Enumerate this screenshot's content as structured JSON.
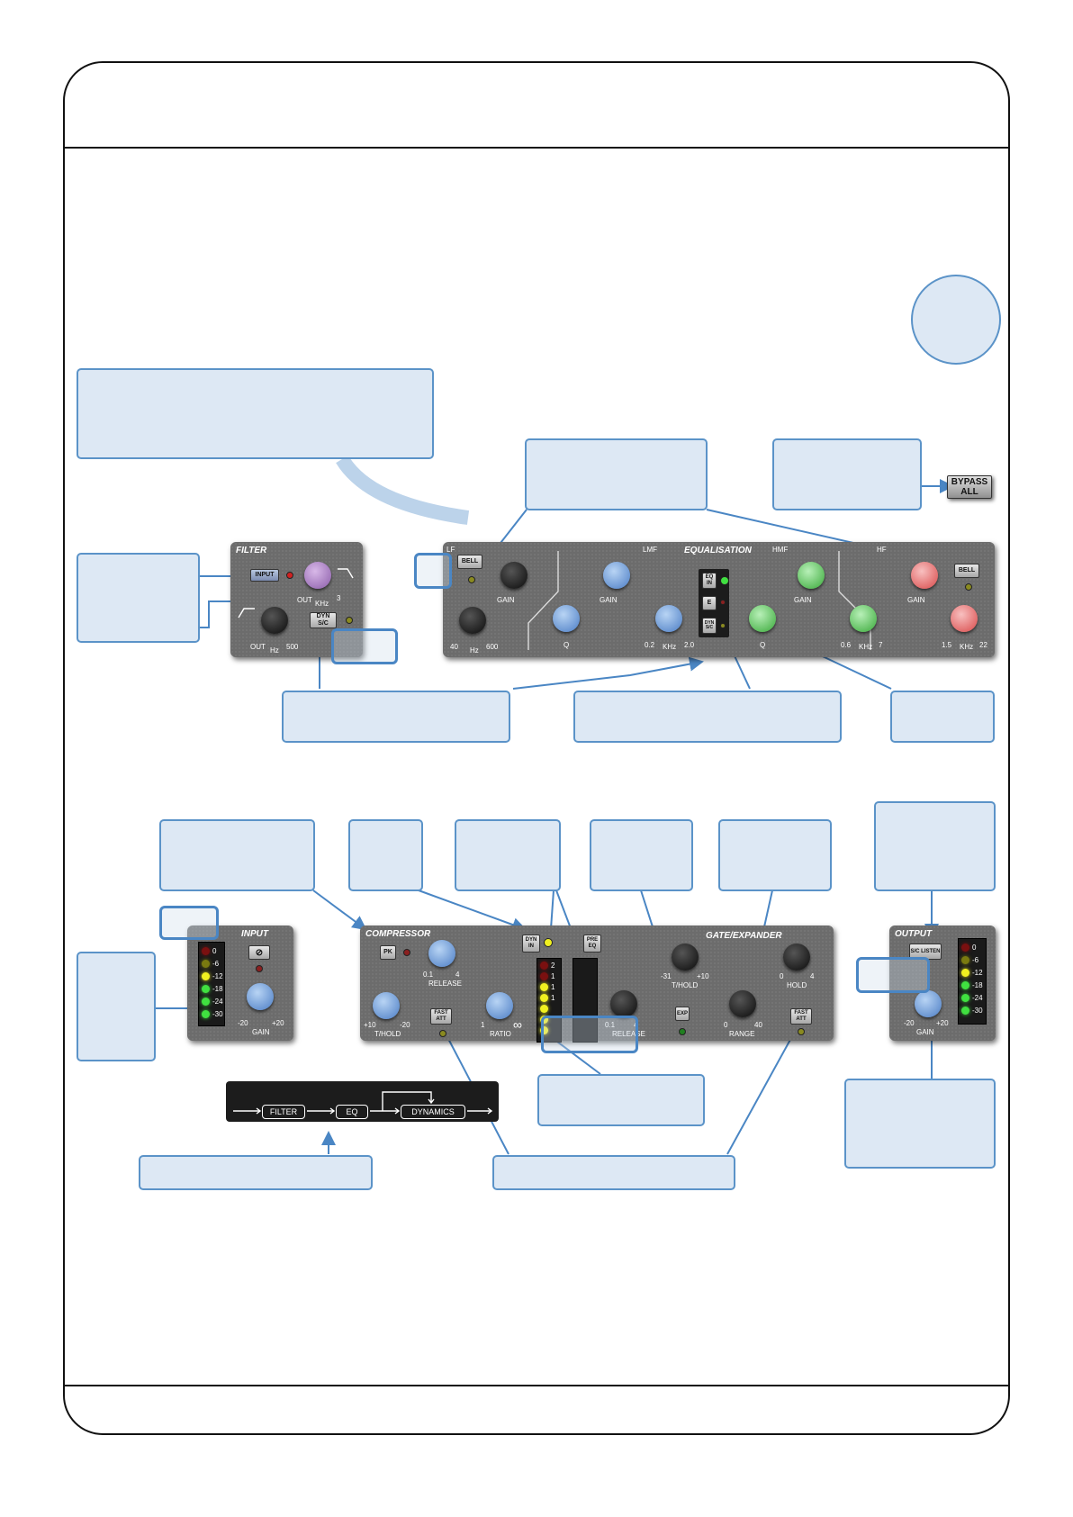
{
  "filter": {
    "title": "FILTER",
    "input_btn": "INPUT",
    "out_label": "OUT",
    "khz_label": "KHz",
    "khz_max": "3",
    "hz_out": "OUT",
    "hz_label": "Hz",
    "hz_max": "500",
    "dyn_sc_btn": "DYN S/C"
  },
  "eq": {
    "title": "EQUALISATION",
    "lf": "LF",
    "lmf": "LMF",
    "hmf": "HMF",
    "hf": "HF",
    "bell_btn": "BELL",
    "gain_label": "GAIN",
    "minus": "-",
    "plus": "+",
    "q_label": "Q",
    "lf_freq_min": "40",
    "lf_freq_unit": "Hz",
    "lf_freq_max": "600",
    "lmf_freq_min": "0.2",
    "lmf_freq_unit": "KHz",
    "lmf_freq_max": "2.0",
    "hmf_freq_min": "0.6",
    "hmf_freq_unit": "KHz",
    "hmf_freq_max": "7",
    "hf_freq_min": "1.5",
    "hf_freq_unit": "KHz",
    "hf_freq_max": "22",
    "eq_in_btn": "EQ IN",
    "e_btn": "E",
    "dyn_sc_btn": "DYN S/C"
  },
  "bypass": {
    "label": "BYPASS ALL"
  },
  "input": {
    "title": "INPUT",
    "phase_icon": "⊘",
    "gain_label": "GAIN",
    "gain_min": "-20",
    "gain_max": "+20"
  },
  "input_meter": {
    "scale": [
      "0",
      "-6",
      "-12",
      "-18",
      "-24",
      "-30"
    ],
    "led_colors": [
      "#7a1010",
      "#7a7a10",
      "#f0f020",
      "#40e040",
      "#40e040",
      "#40e040"
    ]
  },
  "compressor": {
    "title": "COMPRESSOR",
    "pk_btn": "PK",
    "release_label": "RELEASE",
    "release_min": "0.1",
    "release_max": "4",
    "thold_label": "T/HOLD",
    "thold_min": "+10",
    "thold_max": "-20",
    "fast_att_btn": "FAST ATT",
    "ratio_label": "RATIO",
    "ratio_min": "1",
    "ratio_max": "∞",
    "dyn_in_btn": "DYN IN"
  },
  "comp_meter": {
    "scale": [
      "2",
      "1",
      "1",
      "1",
      "",
      "",
      ""
    ],
    "led_colors": [
      "#7a1010",
      "#7a1010",
      "#f0f020",
      "#f0f020",
      "#f0f020",
      "#f0f020",
      "#f0f020"
    ]
  },
  "gate": {
    "title": "GATE/EXPANDER",
    "pre_eq_btn": "PRE EQ",
    "thold_label": "T/HOLD",
    "thold_min": "-31",
    "thold_max": "+10",
    "hold_label": "HOLD",
    "hold_min": "0",
    "hold_max": "4",
    "release_label": "RELEASE",
    "release_min": "0.1",
    "release_max": "4",
    "exp_btn": "EXP",
    "range_label": "RANGE",
    "range_min": "0",
    "range_max": "40",
    "fast_att_btn": "FAST ATT"
  },
  "output": {
    "title": "OUTPUT",
    "sc_listen_btn": "S/C LISTEN",
    "gain_label": "GAIN",
    "gain_min": "-20",
    "gain_max": "+20"
  },
  "output_meter": {
    "scale": [
      "0",
      "-6",
      "-12",
      "-18",
      "-24",
      "-30"
    ],
    "led_colors": [
      "#7a1010",
      "#7a7a10",
      "#f0f020",
      "#40e040",
      "#40e040",
      "#40e040"
    ]
  },
  "signal_flow": {
    "filter": "FILTER",
    "eq": "EQ",
    "dynamics": "DYNAMICS"
  },
  "colors": {
    "callout_fill": "#dde8f4",
    "callout_border": "#5b93c8",
    "panel": "#6c6c6c"
  }
}
